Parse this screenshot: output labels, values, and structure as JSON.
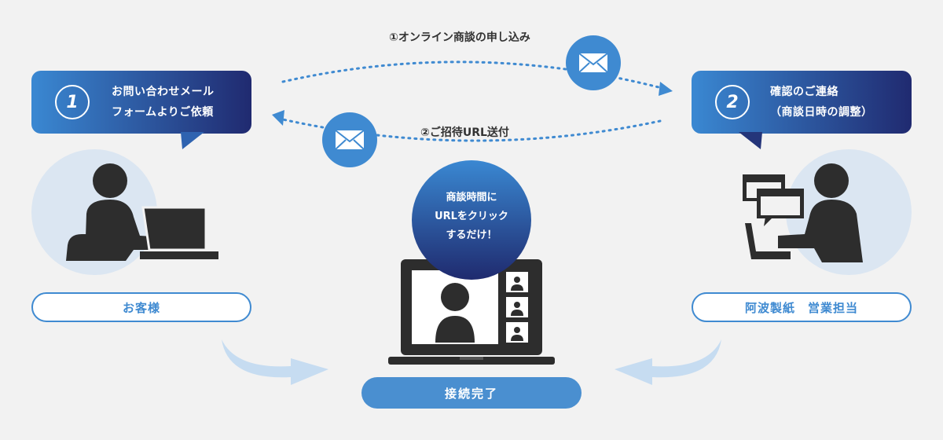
{
  "steps": [
    {
      "number": "1",
      "line1": "お問い合わせメール",
      "line2": "フォームよりご依頼"
    },
    {
      "number": "2",
      "line1": "確認のご連絡",
      "line2": "（商談日時の調整）"
    }
  ],
  "flows": {
    "top": "①オンライン商談の申し込み",
    "bottom": "②ご招待URL送付"
  },
  "center": {
    "line1": "商談時間に",
    "line2": "URLをクリック",
    "line3": "するだけ！"
  },
  "labels": {
    "customer": "お客様",
    "sales": "阿波製紙　営業担当",
    "done": "接続完了"
  },
  "colors": {
    "bubble_start": "#3a88d2",
    "bubble_end": "#202a70",
    "accent": "#3f8ad1",
    "figure": "#2d2d2d",
    "circle": "#dbe6f2"
  }
}
